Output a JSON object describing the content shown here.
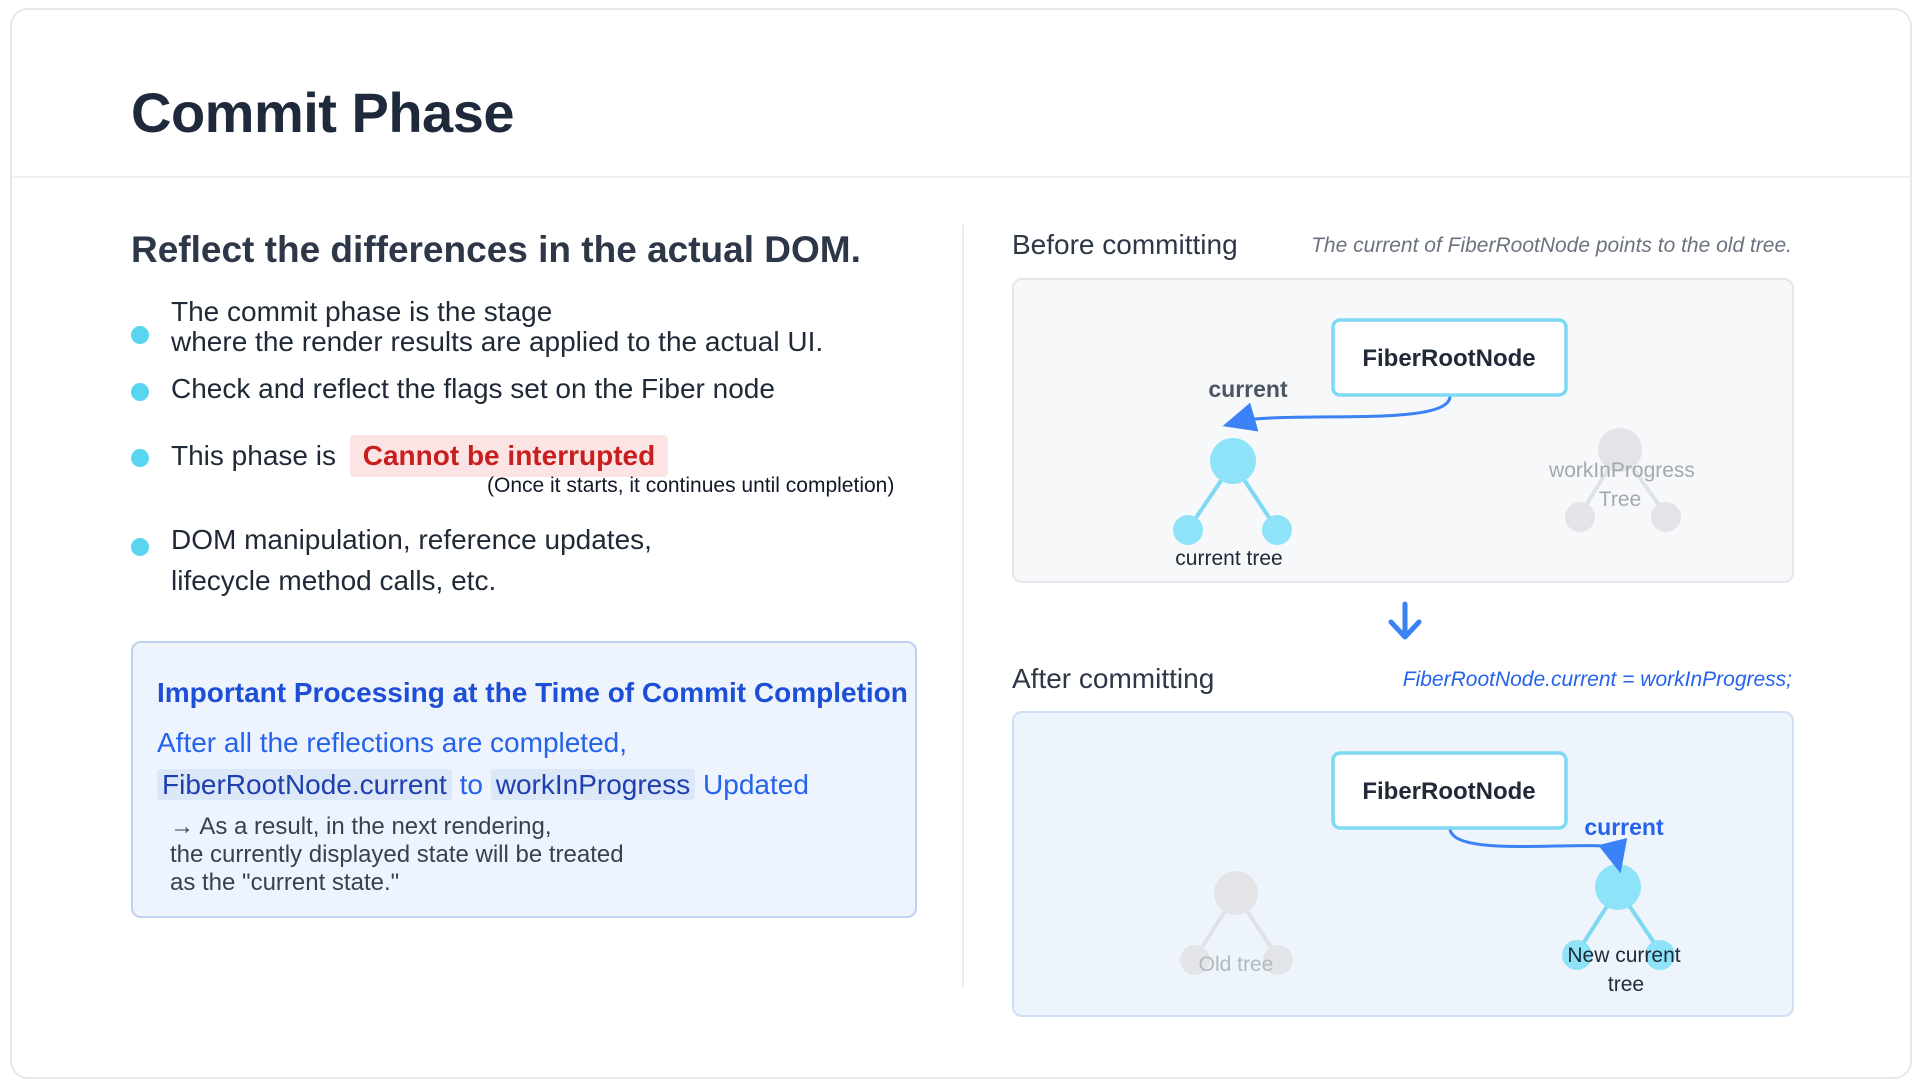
{
  "slide": {
    "title": "Commit Phase"
  },
  "left": {
    "subtitle": "Reflect the differences in the actual DOM.",
    "bullets": {
      "b1_line1": "The commit phase is the stage",
      "b1_line2": "where the render results are applied to the actual UI.",
      "b2": "Check and reflect the flags set on the Fiber node",
      "b3_prefix": "This phase is",
      "b3_tag": "Cannot be interrupted",
      "b3_note": "(Once it starts, it continues until completion)",
      "b4_line1": "DOM manipulation, reference updates,",
      "b4_line2": " lifecycle method calls, etc."
    },
    "infobox": {
      "title": "Important Processing at the Time of Commit Completion",
      "line1": "After all the reflections are completed,",
      "code1": "FiberRootNode.current",
      "to": "to",
      "code2": "workInProgress",
      "updated": "Updated",
      "result": "→ As a result, in the next rendering,\nthe currently displayed state will be treated\nas the \"current state.\""
    }
  },
  "right": {
    "before": {
      "label": "Before committing",
      "caption": "The current of FiberRootNode points to the old tree.",
      "root": "FiberRootNode",
      "pointer": "current",
      "tree_label": "current tree",
      "wip_label_1": "workInProgress",
      "wip_label_2": "Tree"
    },
    "after": {
      "label": "After committing",
      "caption": "FiberRootNode.current = workInProgress;",
      "root": "FiberRootNode",
      "pointer": "current",
      "old_label": "Old tree",
      "new_label_1": "New current",
      "new_label_2": "tree"
    }
  },
  "colors": {
    "accent_cyan": "#5ad5ef",
    "node_cyan": "#8fe3f8",
    "link_blue": "#2563eb",
    "danger_red": "#c81e1e",
    "faded_gray": "#dfe2e6"
  }
}
